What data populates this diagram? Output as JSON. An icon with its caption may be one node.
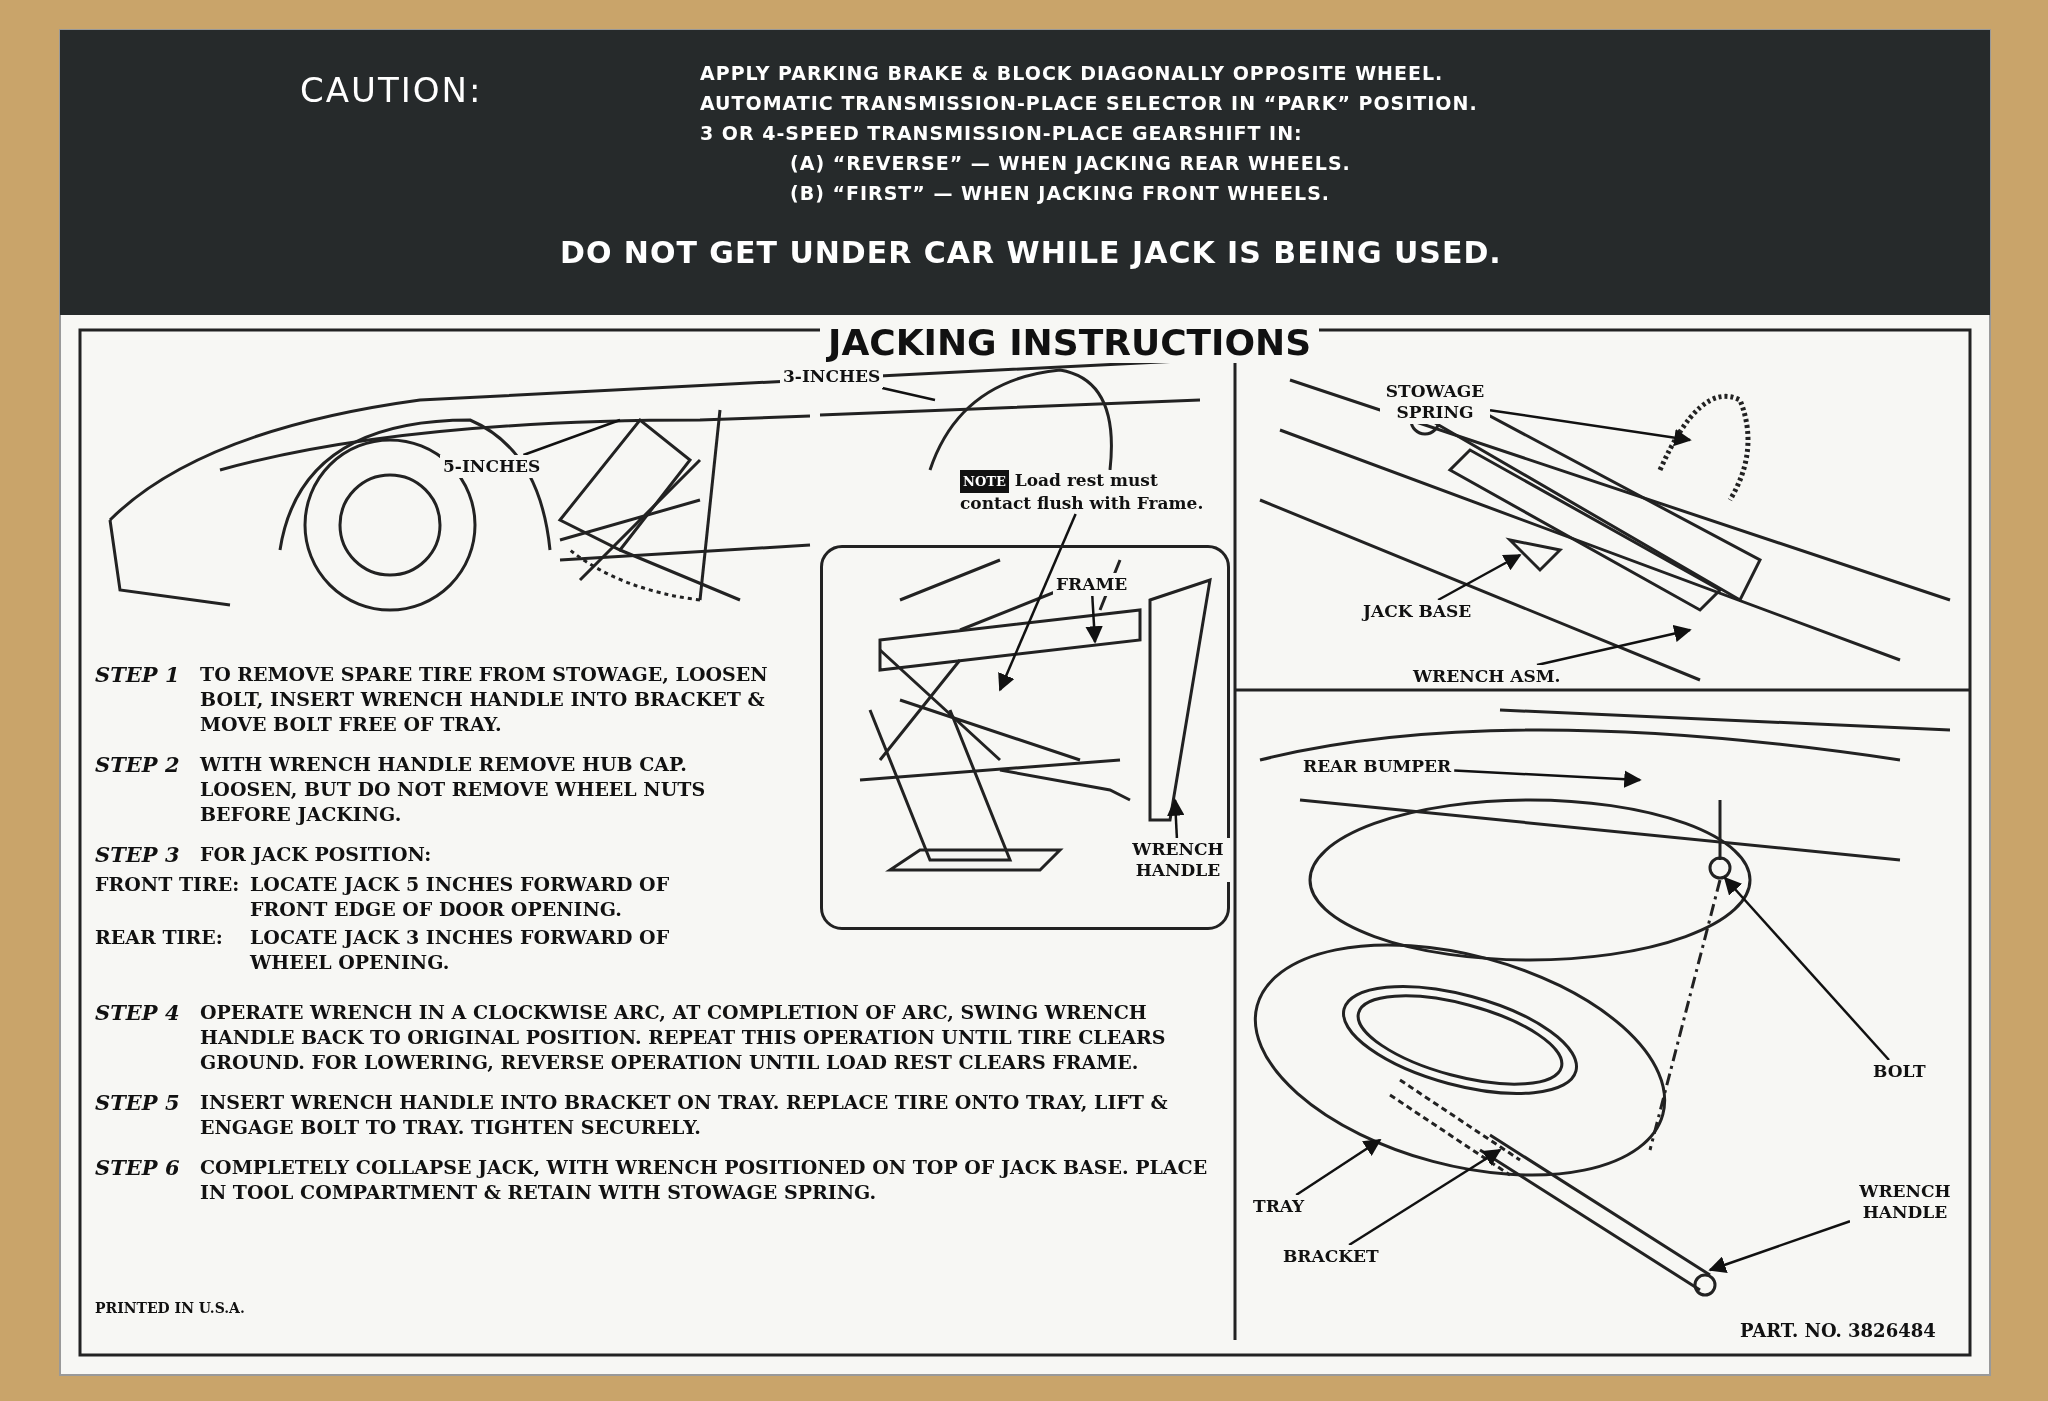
{
  "diagram": {
    "title": "JACKING INSTRUCTIONS",
    "nodes": [
      {
        "text": [
          "3-INCHES"
        ]
      },
      {
        "text": [
          "5-INCHES"
        ]
      },
      {
        "text": [
          "NOTE",
          "Load rest must contact flush with Frame."
        ]
      },
      {
        "text": [],
        "shape": "box"
      },
      {
        "text": [
          "FRAME"
        ],
        "in": 3
      },
      {
        "text": [
          "WRENCH HANDLE"
        ],
        "in": 3
      },
      {
        "text": [
          "STOWAGE SPRING"
        ]
      },
      {
        "text": [
          "JACK BASE"
        ]
      },
      {
        "text": [
          "WRENCH ASM."
        ]
      },
      {
        "text": [
          "REAR BUMPER"
        ]
      },
      {
        "text": [
          "BOLT"
        ]
      },
      {
        "text": [
          "TRAY"
        ]
      },
      {
        "text": [
          "BRACKET"
        ]
      },
      {
        "text": [
          "WRENCH HANDLE"
        ]
      }
    ],
    "edges": [
      {
        "from": 0,
        "to": null,
        "arrow": "none"
      },
      {
        "from": 1,
        "to": null,
        "arrow": "none"
      },
      {
        "from": 2,
        "to": null,
        "arrow": "to"
      },
      {
        "from": 4,
        "to": null,
        "arrow": "to"
      },
      {
        "from": 5,
        "to": null,
        "arrow": "to"
      },
      {
        "from": 6,
        "to": null,
        "arrow": "to"
      },
      {
        "from": 7,
        "to": null,
        "arrow": "to"
      },
      {
        "from": 8,
        "to": null,
        "arrow": "to"
      },
      {
        "from": 9,
        "to": null,
        "arrow": "to"
      },
      {
        "from": 10,
        "to": null,
        "arrow": "to"
      },
      {
        "from": 11,
        "to": null,
        "arrow": "to"
      },
      {
        "from": 12,
        "to": null,
        "arrow": "to"
      },
      {
        "from": 13,
        "to": null,
        "arrow": "to"
      }
    ],
    "labels": [
      "CAUTION:",
      "APPLY PARKING BRAKE & BLOCK DIAGONALLY OPPOSITE WHEEL.",
      "AUTOMATIC TRANSMISSION-PLACE SELECTOR IN “PARK” POSITION.",
      "3 OR 4-SPEED TRANSMISSION-PLACE GEARSHIFT IN:",
      "(A) “REVERSE” — WHEN JACKING REAR WHEELS.",
      "(B) “FIRST” — WHEN JACKING FRONT WHEELS.",
      "DO NOT GET UNDER CAR WHILE JACK IS BEING USED.",
      "STEP 1",
      "TO REMOVE SPARE TIRE FROM STOWAGE, LOOSEN BOLT, INSERT WRENCH HANDLE INTO BRACKET & MOVE BOLT FREE OF TRAY.",
      "STEP 2",
      "WITH WRENCH HANDLE REMOVE HUB CAP. LOOSEN, BUT DO NOT REMOVE WHEEL NUTS BEFORE JACKING.",
      "STEP 3",
      "FOR JACK POSITION:",
      "FRONT TIRE:",
      "LOCATE JACK 5 INCHES FORWARD OF FRONT EDGE OF DOOR OPENING.",
      "REAR TIRE:",
      "LOCATE JACK 3 INCHES FORWARD OF WHEEL OPENING.",
      "STEP 4",
      "OPERATE WRENCH IN A CLOCKWISE ARC, AT COMPLETION OF ARC, SWING WRENCH HANDLE BACK TO ORIGINAL POSITION. REPEAT THIS OPERATION UNTIL TIRE CLEARS GROUND. FOR LOWERING, REVERSE OPERATION UNTIL LOAD REST CLEARS FRAME.",
      "STEP 5",
      "INSERT WRENCH HANDLE INTO BRACKET ON TRAY. REPLACE TIRE ONTO TRAY, LIFT & ENGAGE BOLT TO TRAY. TIGHTEN SECURELY.",
      "STEP 6",
      "COMPLETELY COLLAPSE JACK, WITH WRENCH POSITIONED ON TOP OF JACK BASE. PLACE IN TOOL COMPARTMENT & RETAIN WITH STOWAGE SPRING.",
      "PRINTED IN U.S.A.",
      "PART. NO. 3826484"
    ]
  }
}
